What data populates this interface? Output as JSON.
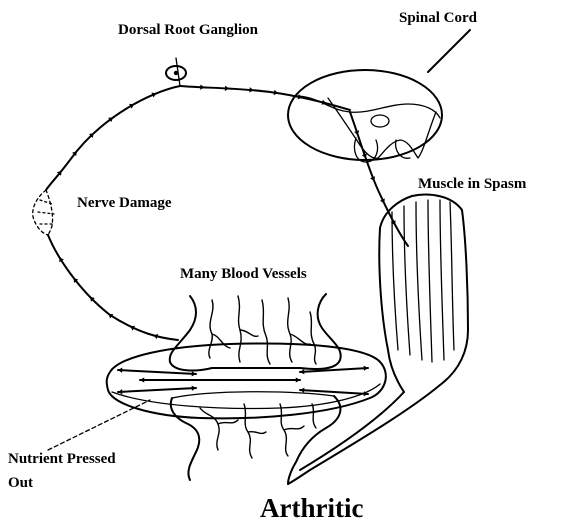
{
  "labels": {
    "dorsal_root_ganglion": "Dorsal Root Ganglion",
    "spinal_cord": "Spinal Cord",
    "muscle_in_spasm": "Muscle in Spasm",
    "nerve_damage": "Nerve Damage",
    "many_blood_vessels": "Many Blood Vessels",
    "nutrient_line1": "Nutrient Pressed",
    "nutrient_line2": "Out",
    "title": "Arthritic"
  },
  "colors": {
    "ink": "#000000",
    "background": "#ffffff"
  }
}
